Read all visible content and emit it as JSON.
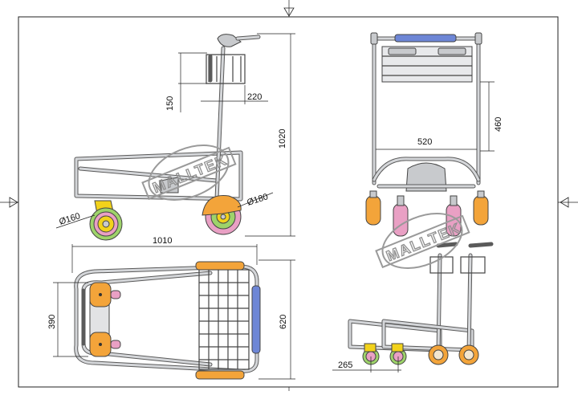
{
  "watermark": {
    "text": "MALLTEK"
  },
  "dimensions": {
    "side_basket_height": "150",
    "side_basket_width": "220",
    "total_height": "1020",
    "rear_wheel_dia": "Ø160",
    "front_wheel_dia": "Ø180",
    "rear_basket_height": "460",
    "inner_width": "520",
    "total_length": "1010",
    "platform_width": "390",
    "total_width": "620",
    "nest_pitch": "265"
  },
  "colors": {
    "frame": "#c8cacd",
    "wheel_yellow": "#f2d21b",
    "wheel_orange": "#f3a43a",
    "wheel_pink": "#e9a0c4",
    "wheel_green": "#9ed36a",
    "handle_blue": "#6d86d6"
  }
}
